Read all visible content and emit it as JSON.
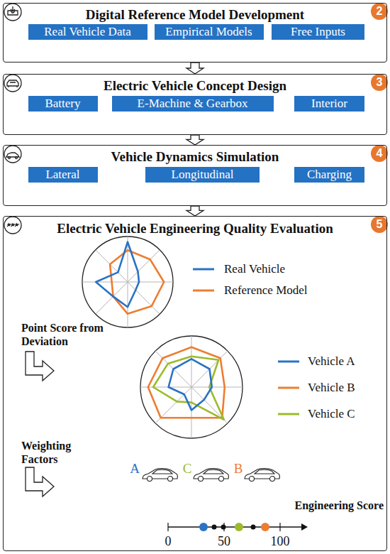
{
  "diagram": {
    "nodes": [
      {
        "text": [
          "Digital Reference Model Development"
        ]
      },
      {
        "text": [
          "Real Vehicle Data"
        ],
        "in": 0
      },
      {
        "text": [
          "Empirical Models"
        ],
        "in": 0
      },
      {
        "text": [
          "Free Inputs"
        ],
        "in": 0
      },
      {
        "text": [
          "Electric Vehicle Concept Design"
        ]
      },
      {
        "text": [
          "Battery"
        ],
        "in": 4
      },
      {
        "text": [
          "E-Machine & Gearbox"
        ],
        "in": 4
      },
      {
        "text": [
          "Interior"
        ],
        "in": 4
      },
      {
        "text": [
          "Vehicle Dynamics Simulation"
        ]
      },
      {
        "text": [
          "Lateral"
        ],
        "in": 8
      },
      {
        "text": [
          "Longitudinal"
        ],
        "in": 8
      },
      {
        "text": [
          "Charging"
        ],
        "in": 8
      },
      {
        "text": [
          "Electric Vehicle Engineering Quality Evaluation"
        ]
      }
    ],
    "edges": [
      {
        "from": 0,
        "to": 4,
        "arrow": "to"
      },
      {
        "from": 4,
        "to": 8,
        "arrow": "to"
      },
      {
        "from": 8,
        "to": 12,
        "arrow": "to"
      }
    ],
    "labels": [
      "2",
      "3",
      "4",
      "5",
      "Point Score from Deviation",
      "Weighting Factors",
      "A",
      "C",
      "B",
      "0",
      "50",
      "100",
      "Engineering Score"
    ],
    "legend": [
      {
        "text": "Real Vehicle"
      },
      {
        "text": "Reference Model"
      },
      {
        "text": "Vehicle A"
      },
      {
        "text": "Vehicle B"
      },
      {
        "text": "Vehicle C"
      }
    ]
  }
}
